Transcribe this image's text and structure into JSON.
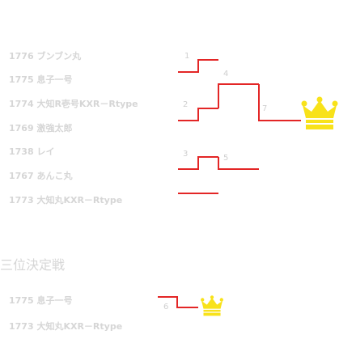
{
  "main_bracket": {
    "entries": [
      {
        "label": "1776 ブンブン丸"
      },
      {
        "label": "1775 息子一号"
      },
      {
        "label": "1774 大知R壱号KXR－Rtype"
      },
      {
        "label": "1769 激強太郎"
      },
      {
        "label": "1738 レイ"
      },
      {
        "label": "1767 あんこ丸"
      },
      {
        "label": "1773 大知丸KXR－Rtype"
      }
    ],
    "match_numbers": [
      "1",
      "2",
      "3",
      "4",
      "5",
      "7"
    ]
  },
  "third_place": {
    "title": "三位決定戦",
    "entries": [
      {
        "label": "1775 息子一号"
      },
      {
        "label": "1773 大知丸KXR－Rtype"
      }
    ],
    "match_numbers": [
      "6"
    ]
  },
  "colors": {
    "line": "#e32626",
    "crown": "#f8e21a",
    "text": "#d6d6d6"
  },
  "icons": [
    "crown-icon"
  ]
}
